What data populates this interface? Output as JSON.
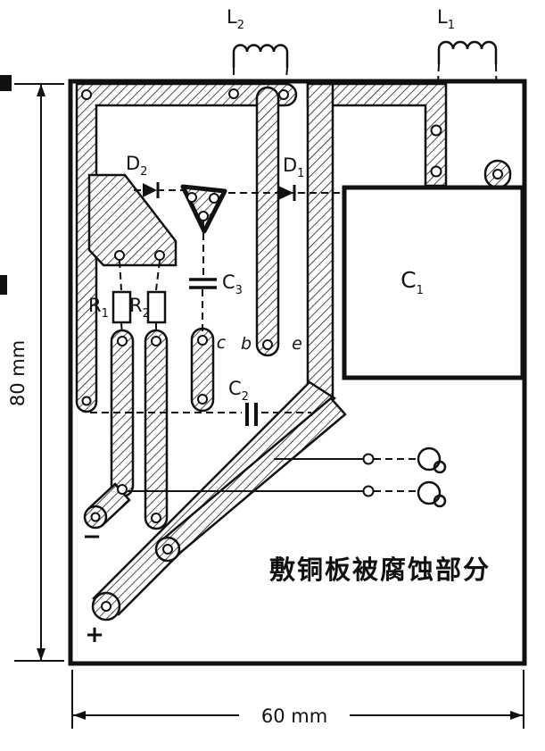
{
  "figure": {
    "type": "pcb-etching-diagram",
    "caption": "敷铜板被腐蚀部分",
    "board_height_label": "80 mm",
    "board_width_label": "60 mm"
  },
  "components": {
    "L1": {
      "prefix": "L",
      "sub": "1"
    },
    "L2": {
      "prefix": "L",
      "sub": "2"
    },
    "D1": {
      "prefix": "D",
      "sub": "1"
    },
    "D2": {
      "prefix": "D",
      "sub": "2"
    },
    "R1": {
      "prefix": "R",
      "sub": "1"
    },
    "R2": {
      "prefix": "R",
      "sub": "2"
    },
    "C1": {
      "prefix": "C",
      "sub": "1"
    },
    "C2": {
      "prefix": "C",
      "sub": "2"
    },
    "C3": {
      "prefix": "C",
      "sub": "3"
    }
  },
  "pins": {
    "c": "c",
    "b": "b",
    "e": "e"
  },
  "polarity": {
    "plus": "+",
    "minus": "−"
  },
  "colors": {
    "ink": "#111111",
    "paper": "#ffffff"
  }
}
